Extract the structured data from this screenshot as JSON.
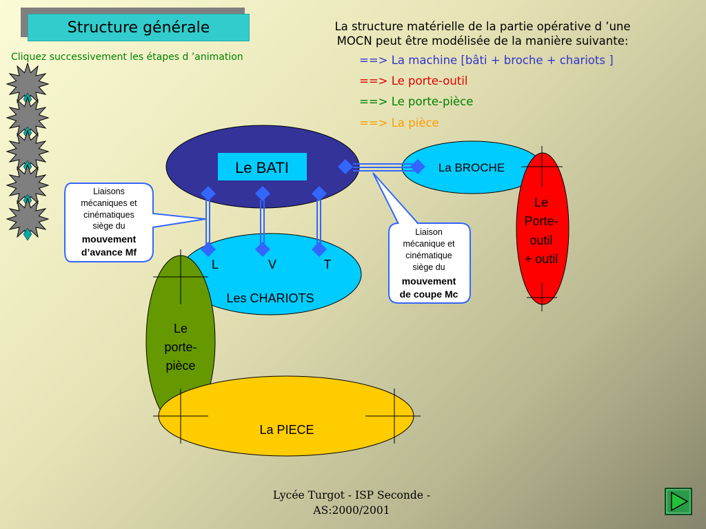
{
  "slide": {
    "title": "Structure générale",
    "hint": "Cliquez successivement les étapes d ’animation",
    "intro_line1": "La structure matérielle de la partie opérative d ’une",
    "intro_line2": "MOCN peut être modélisée de la manière suivante:",
    "steps": [
      {
        "text": "==> La machine [bâti + broche + chariots ]",
        "color": "#3333cc"
      },
      {
        "text": "==> Le porte-outil",
        "color": "#e00000"
      },
      {
        "text": "==> Le porte-pièce",
        "color": "#008000"
      },
      {
        "text": "==> La pièce",
        "color": "#ff9900"
      }
    ],
    "footer_line1": "Lycée Turgot - ISP Seconde -",
    "footer_line2": "AS:2000/2001"
  },
  "diagram": {
    "bati": "Le BATI",
    "broche": "La BROCHE",
    "chariots": "Les CHARIOTS",
    "axis_l": "L",
    "axis_v": "V",
    "axis_t": "T",
    "porte_outil": [
      "Le",
      "Porte-",
      "outil",
      "+ outil"
    ],
    "porte_piece": [
      "Le",
      "porte-",
      "pièce"
    ],
    "piece": "La PIECE",
    "callout_avance": [
      "Liaisons",
      "mécaniques et",
      "cinématiques",
      "siège du",
      "mouvement",
      "d’avance   Mf"
    ],
    "callout_coupe": [
      "Liaison",
      "mécanique et",
      "cinématique",
      "siège du",
      "mouvement",
      "de coupe  Mc"
    ]
  },
  "colors": {
    "bati": "#333399",
    "cyan": "#00ccff",
    "red": "#ff0000",
    "green": "#669900",
    "yellow": "#ffcc00",
    "link_blue": "#3366ff"
  }
}
